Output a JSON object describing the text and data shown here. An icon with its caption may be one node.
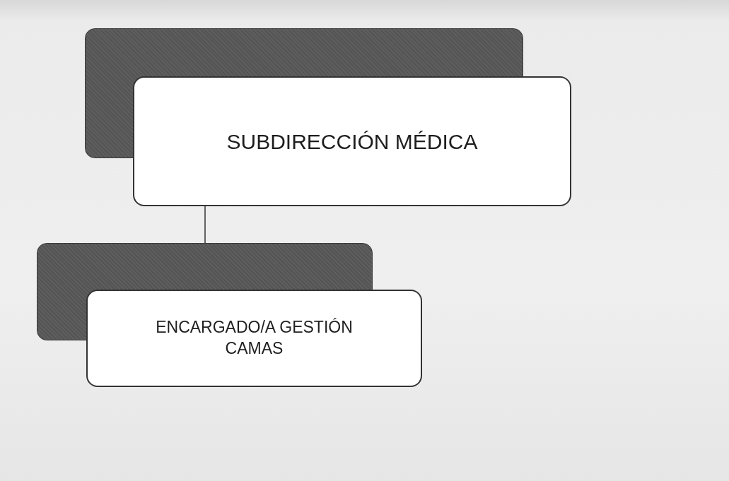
{
  "diagram": {
    "nodes": [
      {
        "text": [
          "SUBDIRECCIÓN MÉDICA"
        ]
      },
      {
        "text": [
          "ENCARGADO/A GESTIÓN CAMAS"
        ]
      }
    ],
    "edges": [
      {
        "from": 0,
        "to": 1,
        "arrow": "none"
      }
    ]
  }
}
